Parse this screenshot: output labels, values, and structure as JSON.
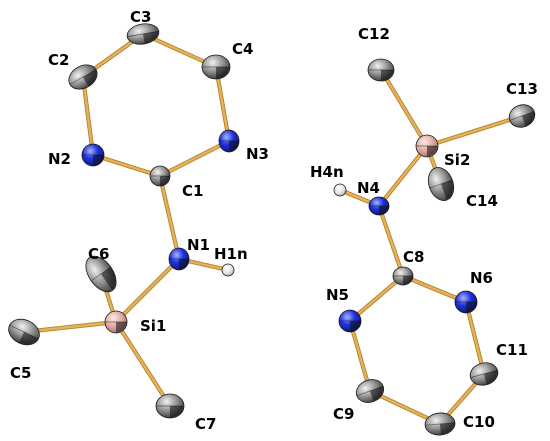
{
  "colors": {
    "bond": "#e4b25a",
    "bond_shadow": "#b7802c",
    "carbon": "#8d8d8d",
    "carbon_light": "#e6e6e6",
    "carbon_dark": "#333333",
    "nitrogen": "#1d2fd8",
    "nitrogen_light": "#8fa0ff",
    "silicon": "#e2aaa2",
    "silicon_light": "#fbe5e0",
    "hydrogen": "#f2f2f2",
    "label": "#000000"
  },
  "atoms": [
    {
      "id": "C3",
      "label": "C3",
      "element": "carbon"
    },
    {
      "id": "C4",
      "label": "C4",
      "element": "carbon"
    },
    {
      "id": "C2",
      "label": "C2",
      "element": "carbon"
    },
    {
      "id": "N2",
      "label": "N2",
      "element": "nitrogen"
    },
    {
      "id": "N3",
      "label": "N3",
      "element": "nitrogen"
    },
    {
      "id": "C1",
      "label": "C1",
      "element": "carbon"
    },
    {
      "id": "N1",
      "label": "N1",
      "element": "nitrogen"
    },
    {
      "id": "H1n",
      "label": "H1n",
      "element": "hydrogen"
    },
    {
      "id": "C6",
      "label": "C6",
      "element": "carbon"
    },
    {
      "id": "Si1",
      "label": "Si1",
      "element": "silicon"
    },
    {
      "id": "C5",
      "label": "C5",
      "element": "carbon"
    },
    {
      "id": "C7",
      "label": "C7",
      "element": "carbon"
    },
    {
      "id": "C12",
      "label": "C12",
      "element": "carbon"
    },
    {
      "id": "C13",
      "label": "C13",
      "element": "carbon"
    },
    {
      "id": "Si2",
      "label": "Si2",
      "element": "silicon"
    },
    {
      "id": "C14",
      "label": "C14",
      "element": "carbon"
    },
    {
      "id": "N4",
      "label": "N4",
      "element": "nitrogen"
    },
    {
      "id": "H4n",
      "label": "H4n",
      "element": "hydrogen"
    },
    {
      "id": "C8",
      "label": "C8",
      "element": "carbon"
    },
    {
      "id": "N5",
      "label": "N5",
      "element": "nitrogen"
    },
    {
      "id": "N6",
      "label": "N6",
      "element": "nitrogen"
    },
    {
      "id": "C11",
      "label": "C11",
      "element": "carbon"
    },
    {
      "id": "C9",
      "label": "C9",
      "element": "carbon"
    },
    {
      "id": "C10",
      "label": "C10",
      "element": "carbon"
    }
  ],
  "bonds": [
    [
      "C3",
      "C2"
    ],
    [
      "C3",
      "C4"
    ],
    [
      "C2",
      "N2"
    ],
    [
      "C4",
      "N3"
    ],
    [
      "N2",
      "C1"
    ],
    [
      "N3",
      "C1"
    ],
    [
      "C1",
      "N1"
    ],
    [
      "N1",
      "H1n"
    ],
    [
      "N1",
      "Si1"
    ],
    [
      "Si1",
      "C5"
    ],
    [
      "Si1",
      "C6"
    ],
    [
      "Si1",
      "C7"
    ],
    [
      "C12",
      "Si2"
    ],
    [
      "C13",
      "Si2"
    ],
    [
      "Si2",
      "C14"
    ],
    [
      "Si2",
      "N4"
    ],
    [
      "N4",
      "H4n"
    ],
    [
      "N4",
      "C8"
    ],
    [
      "C8",
      "N5"
    ],
    [
      "C8",
      "N6"
    ],
    [
      "N5",
      "C9"
    ],
    [
      "C9",
      "C10"
    ],
    [
      "C10",
      "C11"
    ],
    [
      "C11",
      "N6"
    ]
  ]
}
